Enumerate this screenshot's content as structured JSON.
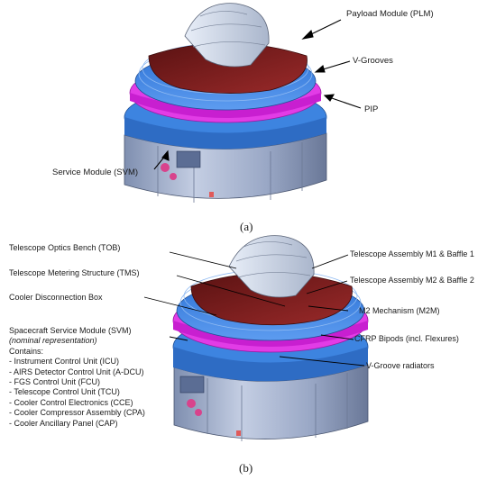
{
  "panel_a": {
    "caption": "(a)",
    "labels": {
      "plm": "Payload Module (PLM)",
      "vgrooves": "V-Grooves",
      "pip": "PIP",
      "svm": "Service Module (SVM)"
    }
  },
  "panel_b": {
    "caption": "(b)",
    "labels": {
      "tob": "Telescope Optics Bench (TOB)",
      "tms": "Telescope Metering Structure (TMS)",
      "cdb": "Cooler Disconnection Box",
      "m1": "Telescope Assembly M1 & Baffle 1",
      "m2": "Telescope Assembly M2 & Baffle 2",
      "m2m": "M2 Mechanism (M2M)",
      "cfrp": "CFRP Bipods (incl. Flexures)",
      "vgr": "V-Groove radiators"
    },
    "svm": {
      "title": "Spacecraft Service Module (SVM)",
      "subtitle": "(nominal representation)",
      "contains": "Contains:",
      "items": [
        "Instrument Control Unit (ICU)",
        "AIRS Detector Control Unit (A-DCU)",
        "FGS Control Unit (FCU)",
        "Telescope Control Unit (TCU)",
        "Cooler Control Electronics (CCE)",
        "Cooler Compressor Assembly (CPA)",
        "Cooler Ancillary Panel (CAP)"
      ]
    }
  }
}
